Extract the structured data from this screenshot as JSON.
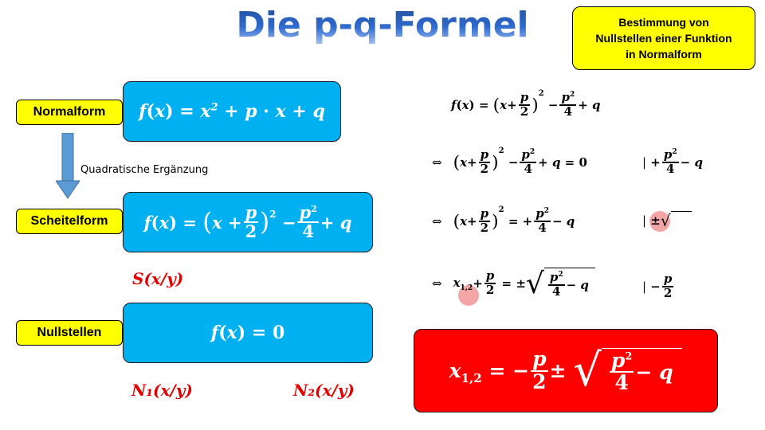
{
  "title": "Die p-q-Formel",
  "note": {
    "line1": "Bestimmung von",
    "line2": "Nullstellen einer Funktion",
    "line3": "in Normalform"
  },
  "labels": {
    "normalform": "Normalform",
    "scheitelform": "Scheitelform",
    "nullstellen": "Nullstellen"
  },
  "arrow_label": "Quadratische Ergänzung",
  "vertex": "S(x/y)",
  "zero1": "N₁(x/y)",
  "zero2": "N₂(x/y)",
  "equiv_symbol": "⇔",
  "colors": {
    "box": "#00b0f0",
    "label": "#ffff00",
    "result": "#ff0000",
    "arrow": "#5b9bd5",
    "highlight": "#f4a6a6",
    "red_text": "#e00000"
  }
}
